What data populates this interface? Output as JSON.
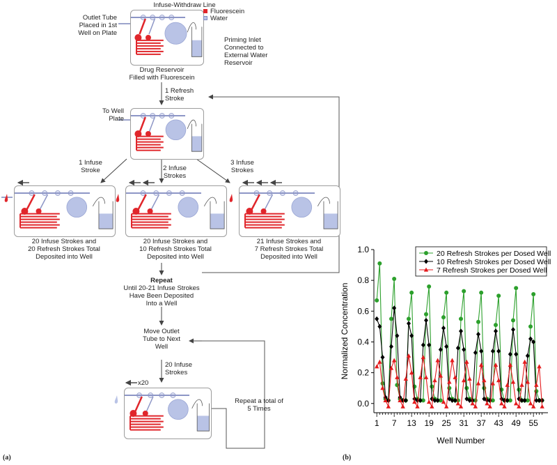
{
  "diagram": {
    "panel_a": "(a)",
    "panel_b": "(b)",
    "top": {
      "outlet": "Outlet Tube\nPlaced in 1st\nWell on Plate",
      "line": "Infuse-Withdraw Line",
      "legend_fluor": "Fluorescein",
      "legend_water": "Water",
      "priming": "Priming Inlet\nConnected to\nExternal Water\nReservoir",
      "reservoir": "Drug Reservoir\nFilled with Fluorescein",
      "refresh": "1 Refresh\nStroke"
    },
    "second": {
      "to_well": "To Well\nPlate"
    },
    "branches": {
      "b1": "1 Infuse\nStroke",
      "b2": "2 Infuse\nStrokes",
      "b3": "3 Infuse\nStrokes"
    },
    "results": {
      "r1": "20 Infuse Strokes and\n20 Refresh Strokes Total\nDeposited into Well",
      "r2": "20 Infuse Strokes and\n10 Refresh Strokes Total\nDeposited into Well",
      "r3": "21 Infuse Strokes and\n7 Refresh Strokes Total\nDeposited into Well"
    },
    "repeat": {
      "title": "Repeat",
      "body": "Until 20-21 Infuse Strokes\nHave Been Deposited\nInto a Well"
    },
    "move": "Move Outlet\nTube to Next\nWell",
    "infuse20": "20 Infuse\nStrokes",
    "x20": "x20",
    "repeat5": "Repeat a total of\n5 Times",
    "colors": {
      "fluorescein": "#e0262b",
      "water": "#b9c3e6",
      "green": "#2ca02c",
      "black": "#000000",
      "red": "#e41a1c"
    }
  },
  "chart_data": {
    "type": "line",
    "xlabel": "Well Number",
    "ylabel": "Normalized Concentration",
    "xlim": [
      0,
      60
    ],
    "ylim": [
      -0.06,
      1.0
    ],
    "xticks": [
      1,
      7,
      13,
      19,
      25,
      31,
      37,
      43,
      49,
      55
    ],
    "yticks": [
      0.0,
      0.2,
      0.4,
      0.6,
      0.8,
      1.0
    ],
    "ytick_labels": [
      "0.0",
      "0.2",
      "0.4",
      "0.6",
      "0.8",
      "1.0"
    ],
    "legend_position": "top-right",
    "series": [
      {
        "name": "20 Refresh Strokes per Dosed Well",
        "color": "#2ca02c",
        "marker": "circle",
        "x": [
          1,
          2,
          3,
          4,
          5,
          6,
          7,
          8,
          9,
          10,
          11,
          12,
          13,
          14,
          15,
          16,
          17,
          18,
          19,
          20,
          21,
          22,
          23,
          24,
          25,
          26,
          27,
          28,
          29,
          30,
          31,
          32,
          33,
          34,
          35,
          36,
          37,
          38,
          39,
          40,
          41,
          42,
          43,
          44,
          45,
          46,
          47,
          48,
          49,
          50,
          51,
          52,
          53,
          54,
          55,
          56,
          57,
          58
        ],
        "y": [
          0.67,
          0.91,
          0.13,
          0.03,
          0.02,
          0.55,
          0.81,
          0.12,
          0.03,
          0.02,
          0.02,
          0.55,
          0.72,
          0.11,
          0.03,
          0.02,
          0.02,
          0.58,
          0.76,
          0.11,
          0.03,
          0.02,
          0.02,
          0.56,
          0.72,
          0.1,
          0.03,
          0.02,
          0.02,
          0.55,
          0.73,
          0.1,
          0.03,
          0.02,
          0.02,
          0.53,
          0.72,
          0.1,
          0.03,
          0.02,
          0.02,
          0.51,
          0.7,
          0.09,
          0.02,
          0.02,
          0.02,
          0.54,
          0.75,
          0.09,
          0.02,
          0.02,
          0.02,
          0.5,
          0.71,
          0.08,
          0.02,
          0.02
        ]
      },
      {
        "name": "10 Refresh Strokes per Dosed Well",
        "color": "#000000",
        "marker": "diamond",
        "x": [
          1,
          2,
          3,
          4,
          5,
          6,
          7,
          8,
          9,
          10,
          11,
          12,
          13,
          14,
          15,
          16,
          17,
          18,
          19,
          20,
          21,
          22,
          23,
          24,
          25,
          26,
          27,
          28,
          29,
          30,
          31,
          32,
          33,
          34,
          35,
          36,
          37,
          38,
          39,
          40,
          41,
          42,
          43,
          44,
          45,
          46,
          47,
          48,
          49,
          50,
          51,
          52,
          53,
          54,
          55,
          56,
          57,
          58
        ],
        "y": [
          0.55,
          0.5,
          0.3,
          0.04,
          0.02,
          0.37,
          0.62,
          0.44,
          0.04,
          0.02,
          0.02,
          0.52,
          0.44,
          0.03,
          0.02,
          0.02,
          0.38,
          0.54,
          0.38,
          0.03,
          0.02,
          0.02,
          0.35,
          0.49,
          0.37,
          0.03,
          0.02,
          0.02,
          0.36,
          0.47,
          0.35,
          0.03,
          0.02,
          0.02,
          0.33,
          0.45,
          0.34,
          0.03,
          0.02,
          0.02,
          0.34,
          0.47,
          0.34,
          0.03,
          0.02,
          0.02,
          0.32,
          0.48,
          0.32,
          0.03,
          0.02,
          0.02,
          0.31,
          0.42,
          0.4,
          0.02,
          0.02,
          0.02
        ]
      },
      {
        "name": "7 Refresh Strokes per Dosed Well",
        "color": "#e41a1c",
        "marker": "triangle",
        "x": [
          1,
          2,
          3,
          4,
          5,
          6,
          7,
          8,
          9,
          10,
          11,
          12,
          13,
          14,
          15,
          16,
          17,
          18,
          19,
          20,
          21,
          22,
          23,
          24,
          25,
          26,
          27,
          28,
          29,
          30,
          31,
          32,
          33,
          34,
          35,
          36,
          37,
          38,
          39,
          40,
          41,
          42,
          43,
          44,
          45,
          46,
          47,
          48,
          49,
          50,
          51,
          52,
          53,
          54,
          55,
          56,
          57,
          58
        ],
        "y": [
          0.24,
          0.27,
          0.1,
          0.02,
          -0.02,
          0.23,
          0.28,
          0.17,
          0.02,
          -0.02,
          0.16,
          0.31,
          0.2,
          0.01,
          -0.02,
          0.17,
          0.3,
          0.17,
          0.01,
          -0.02,
          0.15,
          0.28,
          0.18,
          0.01,
          -0.02,
          0.14,
          0.28,
          0.17,
          0.0,
          -0.02,
          0.15,
          0.27,
          0.16,
          0.0,
          -0.02,
          0.13,
          0.25,
          0.15,
          0.0,
          -0.02,
          0.13,
          0.25,
          0.15,
          0.0,
          -0.02,
          0.12,
          0.25,
          0.14,
          0.0,
          -0.02,
          0.12,
          0.27,
          0.14,
          0.0,
          -0.02,
          0.12,
          0.24,
          -0.02
        ]
      }
    ]
  }
}
